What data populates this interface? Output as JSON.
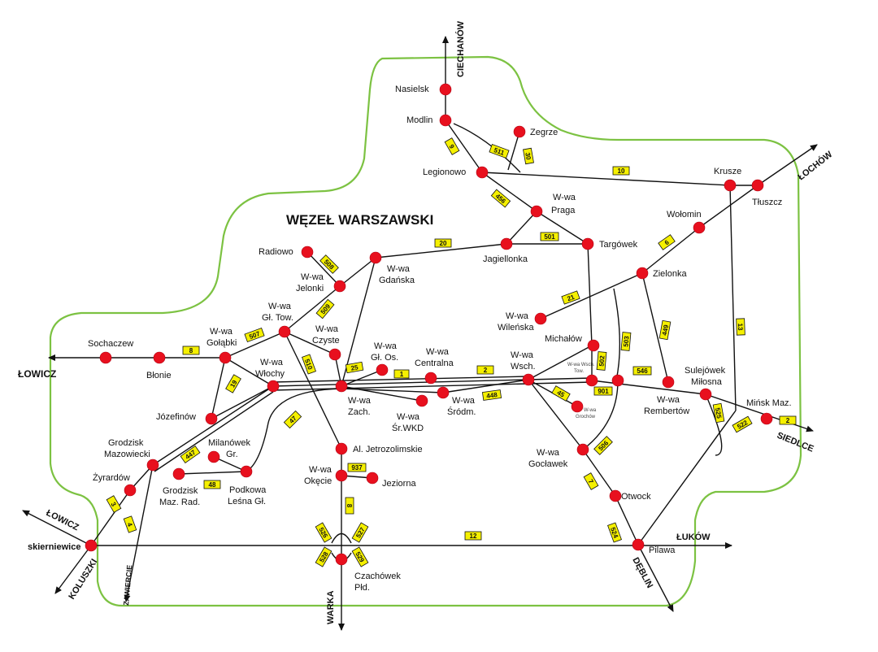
{
  "map": {
    "title": "WĘZEŁ WARSZAWSKI",
    "colors": {
      "station": "#e8101e",
      "line": "#111111",
      "region_outline": "#7cc242",
      "badge_fill": "#f5f000"
    },
    "region_outline_label": "",
    "stations": [
      {
        "id": "nasielsk",
        "lines": [
          "Nasielsk"
        ]
      },
      {
        "id": "modlin",
        "lines": [
          "Modlin"
        ]
      },
      {
        "id": "zegrze",
        "lines": [
          "Zegrze"
        ]
      },
      {
        "id": "legionowo",
        "lines": [
          "Legionowo"
        ]
      },
      {
        "id": "krusze",
        "lines": [
          "Krusze"
        ]
      },
      {
        "id": "tluszcz",
        "lines": [
          "Tłuszcz"
        ]
      },
      {
        "id": "praga",
        "lines": [
          "W-wa",
          "Praga"
        ]
      },
      {
        "id": "wolomin",
        "lines": [
          "Wołomin"
        ]
      },
      {
        "id": "jagiellonka",
        "lines": [
          "Jagiellonka"
        ]
      },
      {
        "id": "targowek",
        "lines": [
          "Targówek"
        ]
      },
      {
        "id": "radiowo",
        "lines": [
          "Radiowo"
        ]
      },
      {
        "id": "gdanska",
        "lines": [
          "W-wa",
          "Gdańska"
        ]
      },
      {
        "id": "jelonki",
        "lines": [
          "W-wa",
          "Jelonki"
        ]
      },
      {
        "id": "zielonka",
        "lines": [
          "Zielonka"
        ]
      },
      {
        "id": "wilenska",
        "lines": [
          "W-wa",
          "Wileńska"
        ]
      },
      {
        "id": "gltow",
        "lines": [
          "W-wa",
          "Gł. Tow."
        ]
      },
      {
        "id": "czyste",
        "lines": [
          "W-wa",
          "Czyste"
        ]
      },
      {
        "id": "golabki",
        "lines": [
          "W-wa",
          "Gołąbki"
        ]
      },
      {
        "id": "sochaczew",
        "lines": [
          "Sochaczew"
        ]
      },
      {
        "id": "blonie",
        "lines": [
          "Błonie"
        ]
      },
      {
        "id": "wlochy",
        "lines": [
          "W-wa",
          "Włochy"
        ]
      },
      {
        "id": "glos",
        "lines": [
          "W-wa",
          "Gł. Os."
        ]
      },
      {
        "id": "centralna",
        "lines": [
          "W-wa",
          "Centralna"
        ]
      },
      {
        "id": "michalow",
        "lines": [
          "Michałów"
        ]
      },
      {
        "id": "wsch",
        "lines": [
          "W-wa",
          "Wsch."
        ]
      },
      {
        "id": "wschtow",
        "lines": [
          "W-wa Wsch.",
          "Tow."
        ]
      },
      {
        "id": "rembertow_a",
        "lines": [
          ""
        ]
      },
      {
        "id": "sulejowek",
        "lines": [
          "Sulejówek",
          "Miłosna"
        ]
      },
      {
        "id": "rembertow",
        "lines": [
          "W-wa",
          "Rembertów"
        ]
      },
      {
        "id": "minsk",
        "lines": [
          "Mińsk Maz."
        ]
      },
      {
        "id": "zach",
        "lines": [
          "W-wa",
          "Zach."
        ]
      },
      {
        "id": "srwkd",
        "lines": [
          "W-wa",
          "Śr.WKD"
        ]
      },
      {
        "id": "srodm",
        "lines": [
          "W-wa",
          "Śródm."
        ]
      },
      {
        "id": "grochow",
        "lines": [
          "W-wa",
          "Grochów"
        ]
      },
      {
        "id": "jozefinow",
        "lines": [
          "Józefinów"
        ]
      },
      {
        "id": "grodzisk",
        "lines": [
          "Grodzisk",
          "Mazowiecki"
        ]
      },
      {
        "id": "milanowek",
        "lines": [
          "Milanówek",
          "Gr."
        ]
      },
      {
        "id": "jetrozolimskie",
        "lines": [
          "Al. Jetrozolimskie"
        ]
      },
      {
        "id": "goclawek",
        "lines": [
          "W-wa",
          "Gocławek"
        ]
      },
      {
        "id": "zyrardow",
        "lines": [
          "Żyrardów"
        ]
      },
      {
        "id": "grodziskrad",
        "lines": [
          "Grodzisk",
          "Maz. Rad."
        ]
      },
      {
        "id": "podkowa",
        "lines": [
          "Podkowa",
          "Leśna Gł."
        ]
      },
      {
        "id": "okecie",
        "lines": [
          "W-wa",
          "Okęcie"
        ]
      },
      {
        "id": "jeziorna",
        "lines": [
          "Jeziorna"
        ]
      },
      {
        "id": "otwock",
        "lines": [
          "Otwock"
        ]
      },
      {
        "id": "skierniewice",
        "lines": [
          "skierniewice"
        ]
      },
      {
        "id": "czachowek",
        "lines": [
          "Czachówek",
          "Płd."
        ]
      },
      {
        "id": "pilawa",
        "lines": [
          "Pilawa"
        ]
      }
    ],
    "line_numbers": [
      "9",
      "511",
      "30",
      "10",
      "456",
      "501",
      "20",
      "6",
      "508",
      "21",
      "509",
      "507",
      "8",
      "510",
      "502",
      "503",
      "449",
      "13",
      "19",
      "25",
      "1",
      "2",
      "546",
      "45",
      "901",
      "448",
      "47",
      "506",
      "525",
      "522",
      "2",
      "447",
      "48",
      "937",
      "8",
      "7",
      "3",
      "4",
      "526",
      "527",
      "12",
      "528",
      "529",
      "524"
    ],
    "directions": {
      "ciechanow": "CIECHANÓW",
      "lochow": "ŁOCHÓW",
      "lowicz_w": "ŁOWICZ",
      "siedlce": "SIEDLCE",
      "lowicz_sw": "ŁOWICZ",
      "luków": "ŁUKÓW",
      "koluszki": "KOLUSZKI",
      "zawiercie": "ZAWIERCIE",
      "warka": "WARKA",
      "deblin": "DĘBLIN"
    }
  }
}
